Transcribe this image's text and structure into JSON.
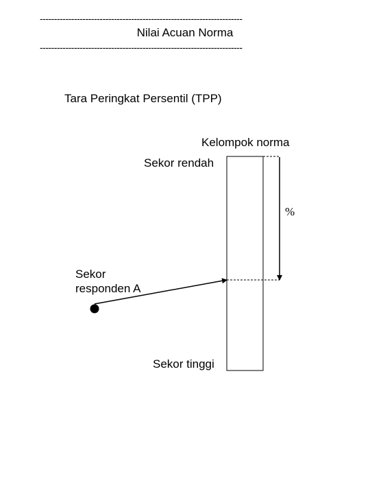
{
  "header": {
    "rule_top": "-----------------------------------------------------------------------",
    "title": "Nilai Acuan Norma",
    "rule_bottom": "-----------------------------------------------------------------------"
  },
  "diagram": {
    "subtitle": "Tara Peringkat Persentil (TPP)",
    "group_label": "Kelompok norma",
    "low_score_label": "Sekor rendah",
    "respondent_label_line1": "Sekor",
    "respondent_label_line2": "responden A",
    "high_score_label": "Sekor tinggi",
    "percent_label": "%"
  }
}
